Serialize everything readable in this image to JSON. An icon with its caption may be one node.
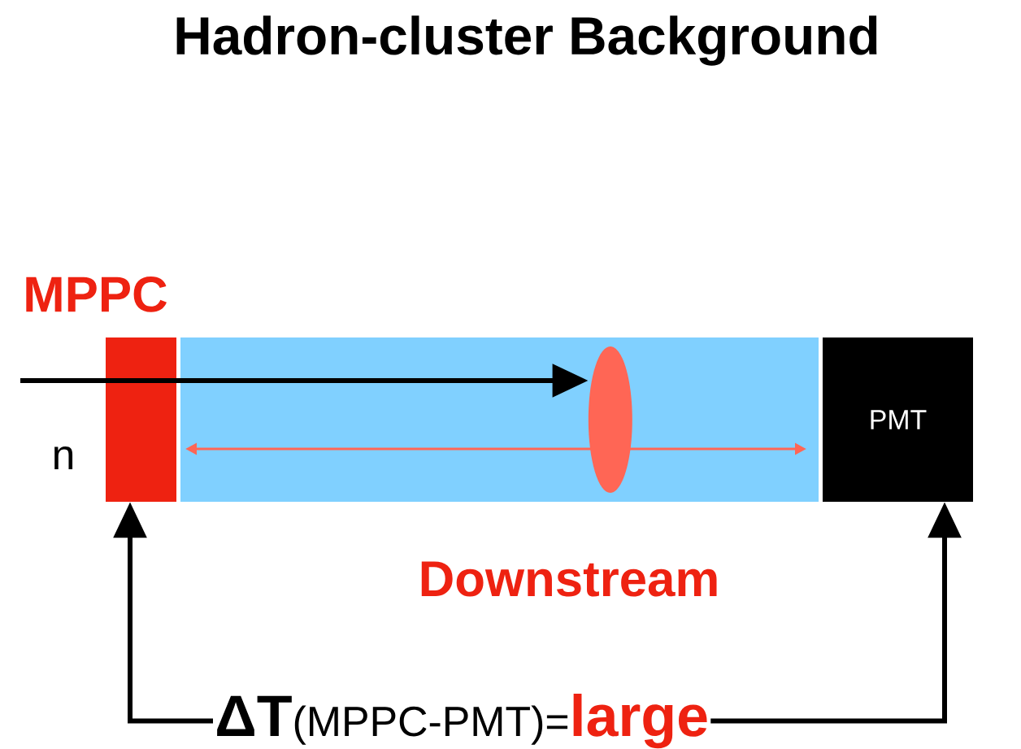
{
  "diagram": {
    "title": "Hadron-cluster Background",
    "nodes": [
      {
        "text": [
          "MPPC"
        ]
      },
      {
        "text": [],
        "shape": "bar"
      },
      {
        "text": [
          "PMT"
        ]
      },
      {
        "text": [],
        "shape": "ellipse",
        "in": 1
      },
      {
        "text": [
          "ΔT",
          "(MPPC-PMT)=",
          "large"
        ]
      }
    ],
    "edges": [
      {
        "from": null,
        "to": 3,
        "arrow": "to"
      },
      {
        "from": 4,
        "to": 0,
        "arrow": "to"
      },
      {
        "from": 4,
        "to": 2,
        "arrow": "to"
      }
    ],
    "labels": [
      "n",
      "Downstream"
    ]
  }
}
